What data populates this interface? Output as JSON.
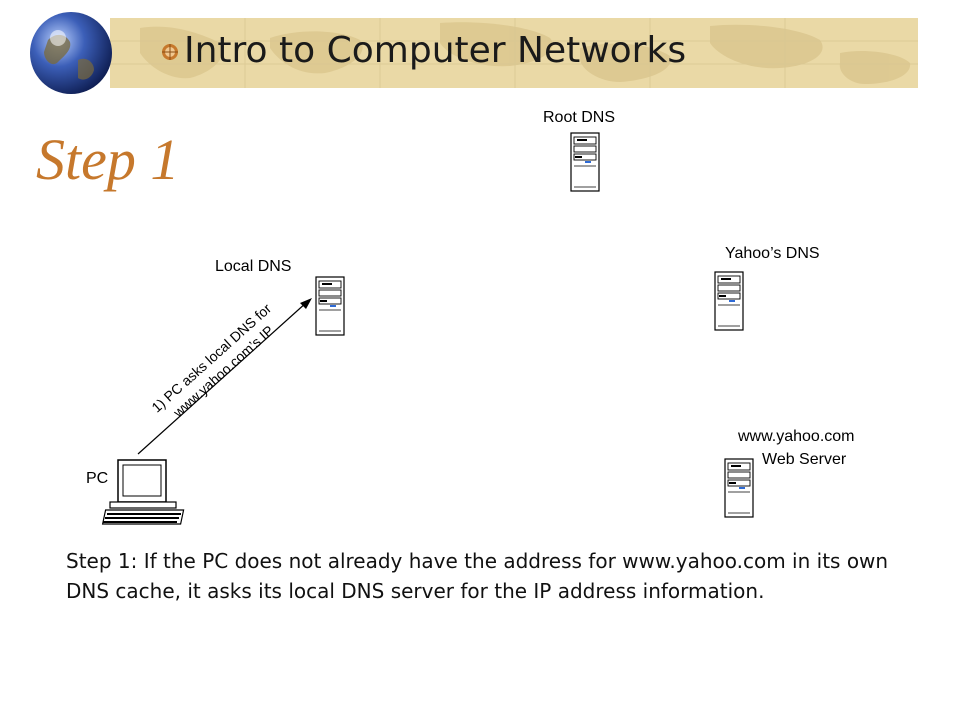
{
  "header": {
    "title": "Intro to Computer Networks"
  },
  "slide": {
    "title": "Step 1"
  },
  "diagram": {
    "nodes": {
      "root_dns": "Root DNS",
      "local_dns": "Local DNS",
      "yahoo_dns": "Yahoo’s DNS",
      "web_server_line1": "www.yahoo.com",
      "web_server_line2": "Web Server",
      "pc": "PC"
    },
    "arrow_label_line1": "1) PC asks local DNS for",
    "arrow_label_line2": "www.yahoo.com’s IP"
  },
  "caption": "Step 1: If the PC does not already have the address for www.yahoo.com in its own DNS cache, it asks its local DNS server for the IP address information.",
  "colors": {
    "accent_orange": "#c6782c",
    "header_band": "#ead9a6"
  }
}
